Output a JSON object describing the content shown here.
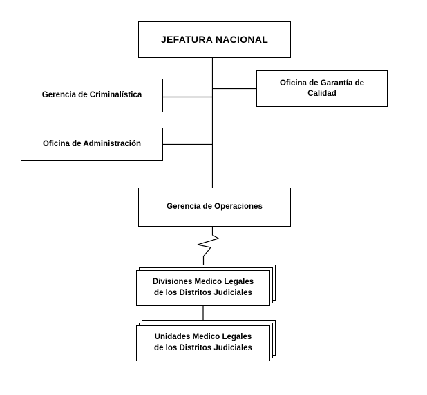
{
  "org_chart": {
    "jefatura": {
      "label": "JEFATURA NACIONAL"
    },
    "criminalistica": {
      "label": "Gerencia de Criminalística"
    },
    "garantia": {
      "line1": "Oficina de Garantía de",
      "line2": "Calidad"
    },
    "administracion": {
      "label": "Oficina de Administración"
    },
    "operaciones": {
      "label": "Gerencia de Operaciones"
    },
    "divisiones": {
      "line1": "Divisiones Medico Legales",
      "line2": "de los Distritos Judiciales"
    },
    "unidades": {
      "line1": "Unidades  Medico Legales",
      "line2": "de los Distritos Judiciales"
    }
  },
  "colors": {
    "border": "#000000",
    "background": "#ffffff",
    "text": "#000000"
  }
}
